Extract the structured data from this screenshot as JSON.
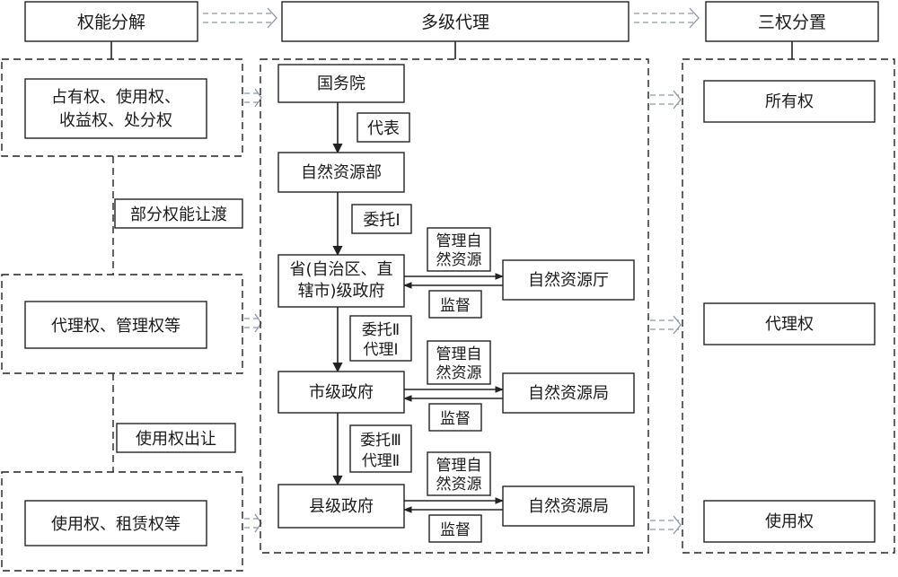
{
  "columns": {
    "left_title": "权能分解",
    "middle_title": "多级代理",
    "right_title": "三权分置"
  },
  "left": {
    "box1_line1": "占有权、使用权、",
    "box1_line2": "收益权、处分权",
    "transfer1": "部分权能让渡",
    "box2": "代理权、管理权等",
    "transfer2": "使用权出让",
    "box3": "使用权、租赁权等"
  },
  "middle": {
    "state_council": "国务院",
    "label_represent": "代表",
    "ministry": "自然资源部",
    "label_entrust1": "委托Ⅰ",
    "province_line1": "省(自治区、直",
    "province_line2": "辖市)级政府",
    "province_dept": "自然资源厅",
    "label_entrust2": "委托Ⅱ",
    "label_agent1": "代理Ⅰ",
    "city_gov": "市级政府",
    "city_bureau": "自然资源局",
    "label_entrust3": "委托Ⅲ",
    "label_agent2": "代理Ⅱ",
    "county_gov": "县级政府",
    "county_bureau": "自然资源局",
    "manage_line1": "管理自",
    "manage_line2": "然资源",
    "supervise": "监督"
  },
  "right": {
    "ownership": "所有权",
    "agency": "代理权",
    "usage": "使用权"
  }
}
